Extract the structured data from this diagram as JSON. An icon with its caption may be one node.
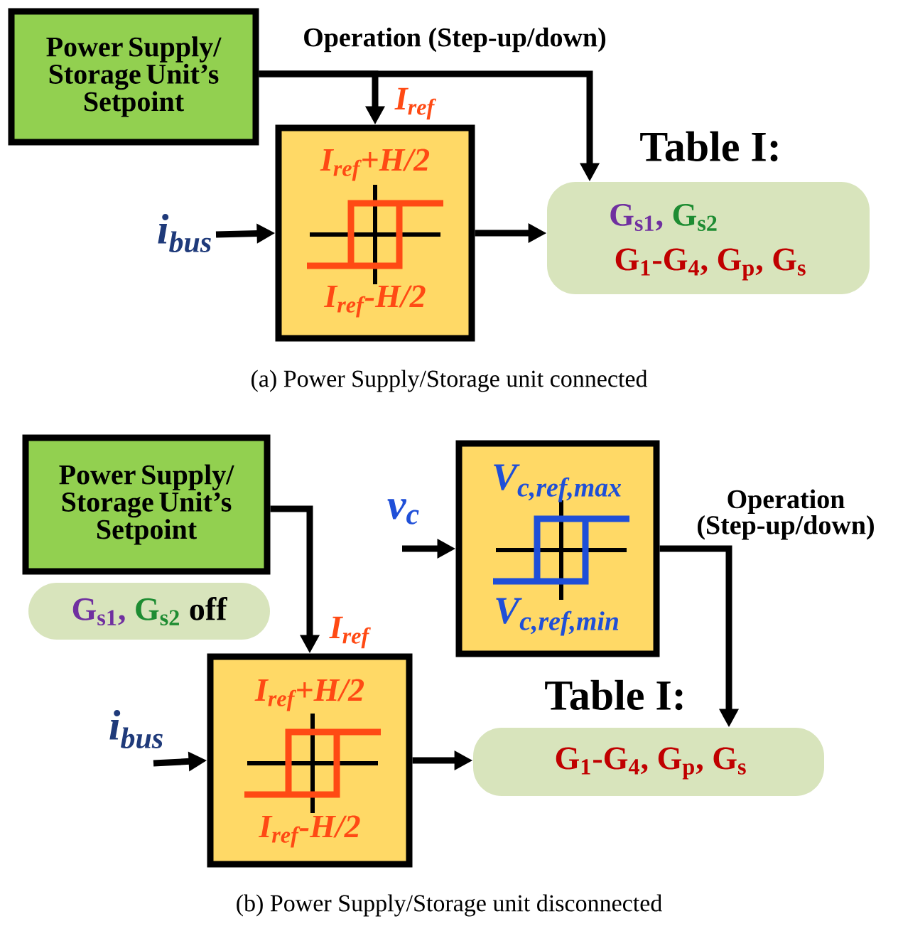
{
  "diagram": {
    "nodes": [
      {
        "text": [
          "Power Supply/ Storage Unit’s Setpoint"
        ]
      },
      {
        "text": [
          "I$_{ref}$+H/2",
          "I$_{ref}$-H/2"
        ]
      },
      {
        "text": [
          "Table I:",
          "G$_{s1}$,",
          "G$_{s2}$",
          "G$_{1}$-G$_{4}$, G$_{p}$, G$_{s}$"
        ]
      },
      {
        "text": [
          "Power Supply/ Storage Unit’s Setpoint"
        ]
      },
      {
        "text": [
          "G$_{s1}$,",
          "G$_{s2}$",
          "off"
        ]
      },
      {
        "text": [
          "I$_{ref}$+H/2",
          "I$_{ref}$-H/2"
        ]
      },
      {
        "text": [
          "V$_{c,ref,max}$",
          "V$_{c,ref,min}$"
        ]
      },
      {
        "text": [
          "Table I:",
          "G$_{1}$-G$_{4}$, G$_{p}$, G$_{s}$"
        ]
      }
    ],
    "edges": [
      {
        "from": 0,
        "to": 1,
        "arrow": "to",
        "label": "I$_{ref}$"
      },
      {
        "from": 0,
        "to": 2,
        "arrow": "to",
        "label": "Operation (Step-up/down)"
      },
      {
        "from": null,
        "to": 1,
        "arrow": "to",
        "label": "i$_{bus}$"
      },
      {
        "from": 1,
        "to": 2,
        "arrow": "to"
      },
      {
        "from": 3,
        "to": 5,
        "arrow": "to",
        "label": "I$_{ref}$"
      },
      {
        "from": null,
        "to": 5,
        "arrow": "to",
        "label": "i$_{bus}$"
      },
      {
        "from": null,
        "to": 6,
        "arrow": "to",
        "label": "v$_{c}$"
      },
      {
        "from": 5,
        "to": 7,
        "arrow": "to"
      },
      {
        "from": 6,
        "to": 7,
        "arrow": "to",
        "label": "Operation (Step-up/down)"
      }
    ],
    "labels": [
      "(a) Power Supply/Storage unit connected",
      "(b) Power Supply/Storage unit disconnected"
    ]
  }
}
